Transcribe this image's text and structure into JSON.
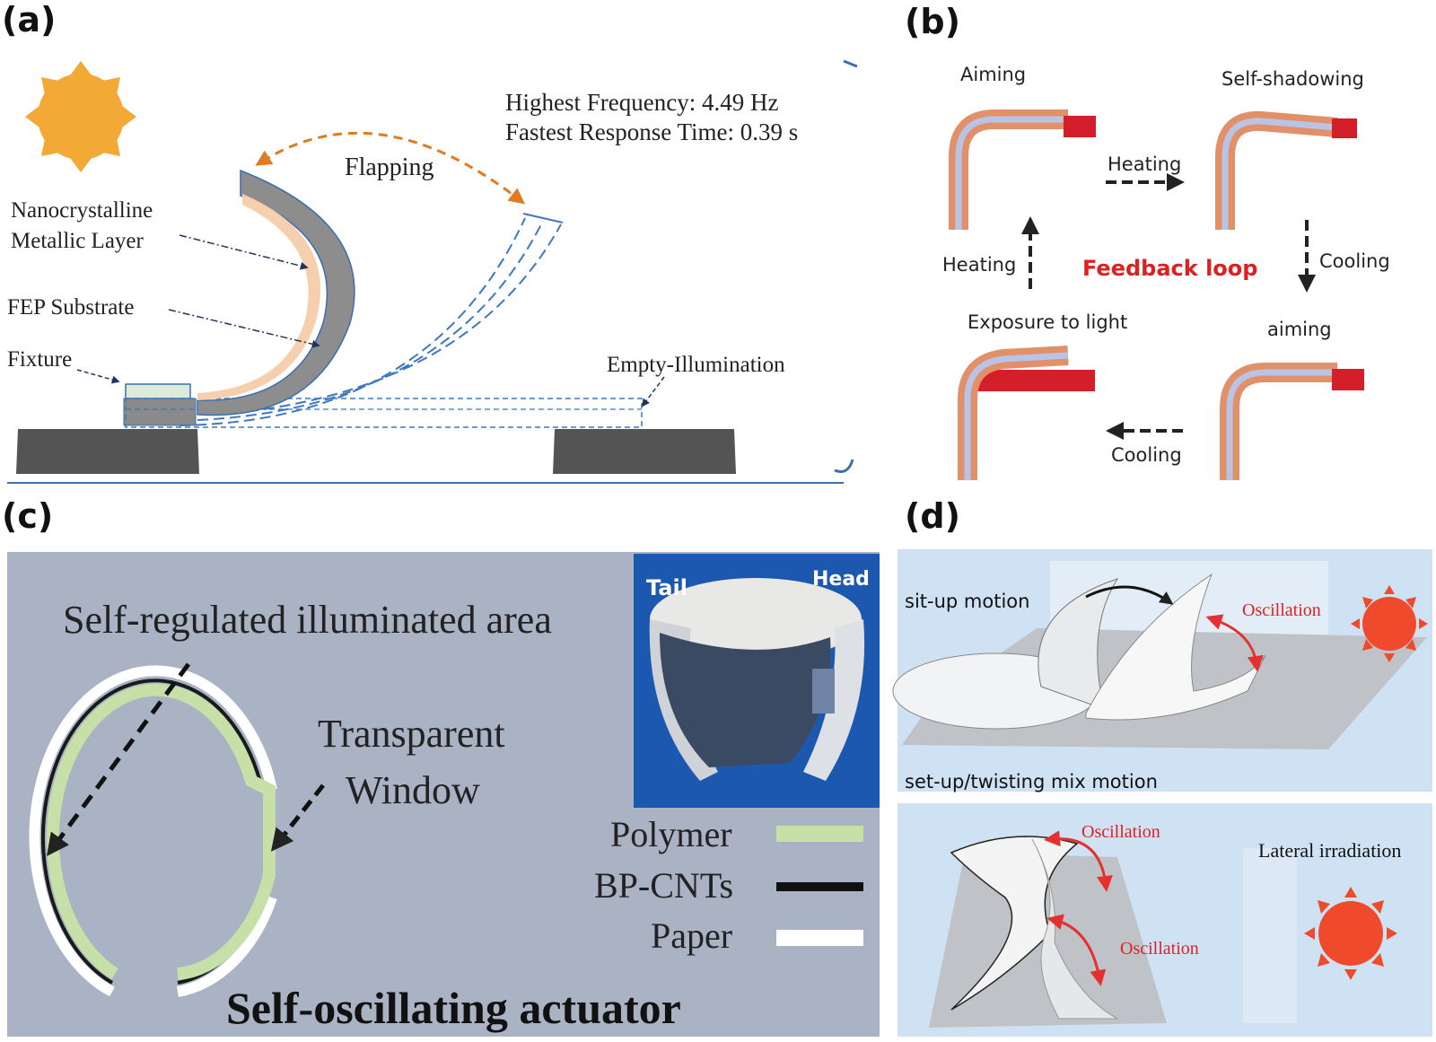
{
  "panels": {
    "a": {
      "letter": "(a)",
      "freq": "Highest Frequency: 4.49 Hz",
      "resp": "Fastest Response Time: 0.39 s",
      "flapping": "Flapping",
      "nano1": "Nanocrystalline",
      "nano2": "Metallic Layer",
      "fep": "FEP Substrate",
      "fixture": "Fixture",
      "empty": "Empty-Illumination"
    },
    "b": {
      "letter": "(b)",
      "aiming_top": "Aiming",
      "self_shadowing": "Self-shadowing",
      "heating_top": "Heating",
      "heating_left": "Heating",
      "cooling_right": "Cooling",
      "feedback": "Feedback loop",
      "exposure": "Exposure to light",
      "aiming_bottom": "aiming",
      "cooling_bottom": "Cooling"
    },
    "c": {
      "letter": "(c)",
      "self_regulated": "Self-regulated illuminated area",
      "transparent": "Transparent",
      "window": "Window",
      "tail": "Tail",
      "head": "Head",
      "legend_polymer": "Polymer",
      "legend_bp": "BP-CNTs",
      "legend_paper": "Paper",
      "title": "Self-oscillating actuator"
    },
    "d": {
      "letter": "(d)",
      "situp": "sit-up motion",
      "osc1": "Oscillation",
      "setup_twist": "set-up/twisting mix motion",
      "osc2": "Oscillation",
      "osc3": "Oscillation",
      "lateral": "Lateral irradiation"
    }
  },
  "colors": {
    "sun_a": "#F2A935",
    "sun_d": "#EF4A2C",
    "accent_orange": "#E07B22",
    "dashed_blue": "#3D78C0",
    "red_label": "#E02020",
    "gray_block": "#5A5A5A",
    "panel_c_bg": "#A9B3C4",
    "polymer_green": "#C6E0A8",
    "panel_d_bg": "#CFE2F3"
  }
}
